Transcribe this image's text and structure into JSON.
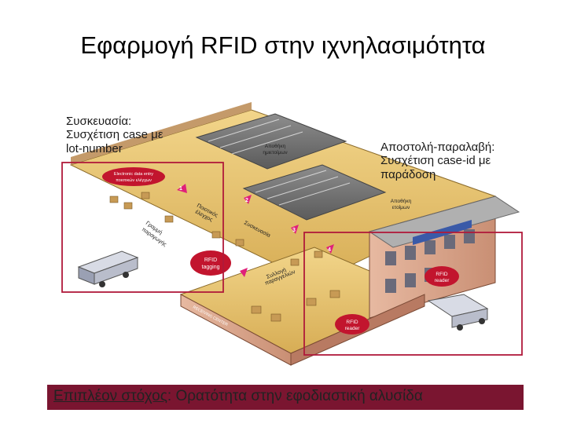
{
  "slide": {
    "title": "Εφαρμογή RFID στην ιχνηλασιμότητα"
  },
  "annotations": {
    "packaging": [
      "Συσκευασία:",
      "Συσχέτιση case με",
      "lot-number"
    ],
    "shipping": [
      "Αποστολή-παραλαβή:",
      "Συσχέτιση case-id με",
      "παράδοση"
    ]
  },
  "diagram_labels": {
    "electronic_data": [
      "Electronic data entry",
      "ποιοτικών ελέγχων"
    ],
    "warehouse_semi": [
      "Αποθήκη",
      "ημιετοίμων"
    ],
    "warehouse_finished": [
      "Αποθήκη",
      "ετοίμων"
    ],
    "production": [
      "Γραμμή",
      "παραγωγής"
    ],
    "quality_control": [
      "Ποιοτικός",
      "έλεγχος"
    ],
    "packaging_area": "Συσκευασία",
    "collection": [
      "Συλλογή",
      "παραγγελιών"
    ],
    "rfid_tagging": [
      "RFID",
      "tagging"
    ],
    "rfid_reader_1": [
      "RFID",
      "reader"
    ],
    "rfid_reader_2": [
      "RFID",
      "reader"
    ],
    "building_sign": "RECEIVING CENTER",
    "step_numbers": [
      "1",
      "2",
      "3",
      "4"
    ]
  },
  "banner": {
    "highlight": "Επιπλέον στόχος",
    "text": ": Ορατότητα στην εφοδιαστική αλυσίδα"
  },
  "colors": {
    "banner_bg": "#7a1530",
    "frame": "#b01a3a",
    "tag_bubble": "#c2152e",
    "arrow": "#e0207a"
  }
}
